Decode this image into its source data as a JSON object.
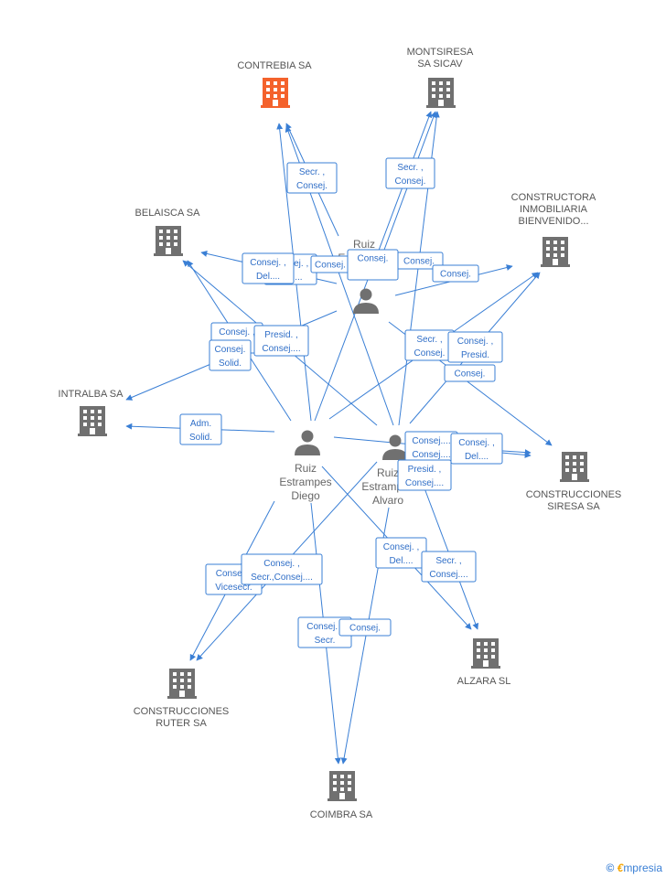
{
  "companies": {
    "contrebia": {
      "name": [
        "CONTREBIA SA"
      ],
      "color": "#f4622c"
    },
    "montsiresa": {
      "name": [
        "MONTSIRESA",
        "SA SICAV"
      ],
      "color": "#707070"
    },
    "constructora": {
      "name": [
        "CONSTRUCTORA",
        "INMOBILIARIA",
        "BIENVENIDO..."
      ],
      "color": "#707070"
    },
    "belaisca": {
      "name": [
        "BELAISCA SA"
      ],
      "color": "#707070"
    },
    "intralba": {
      "name": [
        "INTRALBA SA"
      ],
      "color": "#707070"
    },
    "siresa": {
      "name": [
        "CONSTRUCCIONES",
        "SIRESA SA"
      ],
      "color": "#707070"
    },
    "alzara": {
      "name": [
        "ALZARA SL"
      ],
      "color": "#707070"
    },
    "ruter": {
      "name": [
        "CONSTRUCCIONES",
        "RUTER SA"
      ],
      "color": "#707070"
    },
    "coimbra": {
      "name": [
        "COIMBRA SA"
      ],
      "color": "#707070"
    }
  },
  "persons": {
    "p1": {
      "name": [
        "Ruiz",
        "Estrampes",
        "..."
      ]
    },
    "diego": {
      "name": [
        "Ruiz",
        "Estrampes",
        "Diego"
      ]
    },
    "alvaro": {
      "name": [
        "Ruiz",
        "Estrampes",
        "Alvaro"
      ]
    }
  },
  "relations": [
    [
      "Secr. ,",
      "Consej."
    ],
    [
      "Secr. ,",
      "Consej."
    ],
    [
      "Consej. ,",
      "Del...."
    ],
    [
      "Consej. ,",
      "Del...."
    ],
    [
      "Consej."
    ],
    [
      "Consej."
    ],
    [
      "Consej."
    ],
    [
      "Consej."
    ],
    [
      "Consej. ,",
      "Del...."
    ],
    [
      "Consej.",
      "Solid."
    ],
    [
      "Presid. ,",
      "Consej...."
    ],
    [
      "Secr. ,",
      "Consej."
    ],
    [
      "Consej. ,",
      "Presid."
    ],
    [
      "Consej."
    ],
    [
      "Adm.",
      "Solid."
    ],
    [
      "Consej....",
      "Consej...."
    ],
    [
      "Consej. ,",
      "Del...."
    ],
    [
      "Presid. ,",
      "Consej...."
    ],
    [
      "Consej. ,",
      "Del...."
    ],
    [
      "Secr. ,",
      "Consej...."
    ],
    [
      "Consej. ,",
      "Vicesecr."
    ],
    [
      "Consej. ,",
      "Secr.,Consej...."
    ],
    [
      "Consej. ,",
      "Secr."
    ],
    [
      "Consej."
    ]
  ],
  "footer": {
    "copyright": "©",
    "brand_first": "€",
    "brand_rest": "mpresia"
  }
}
